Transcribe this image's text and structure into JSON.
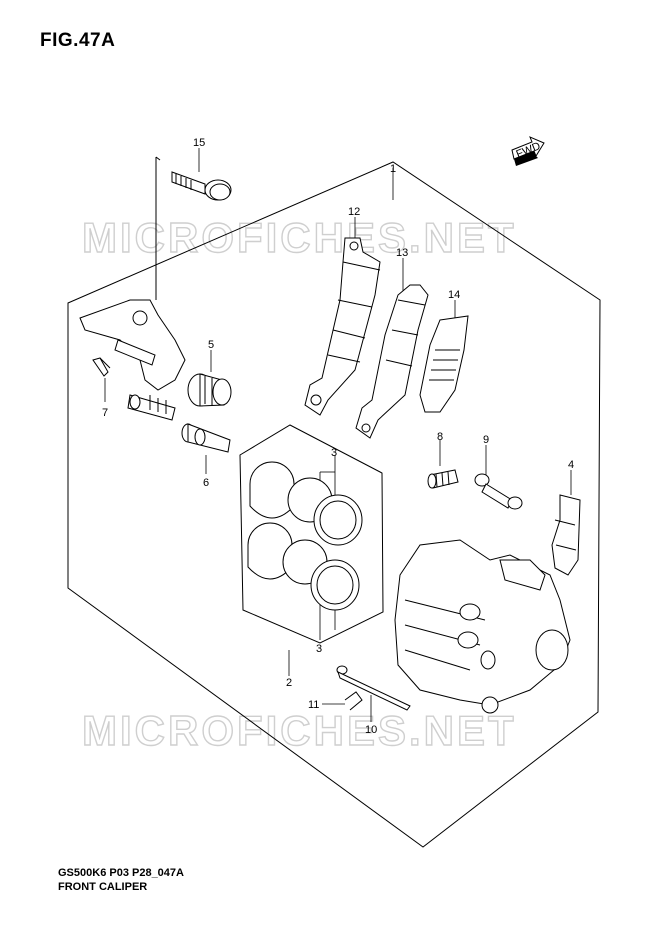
{
  "figure": {
    "title": "FIG.47A",
    "fwd_label": "FWD",
    "watermark": "MICROFICHES.NET",
    "code": "GS500K6 P03 P28_047A",
    "name": "FRONT CALIPER"
  },
  "callouts": [
    "1",
    "2",
    "3",
    "3",
    "4",
    "5",
    "6",
    "7",
    "8",
    "9",
    "10",
    "11",
    "12",
    "13",
    "14",
    "15"
  ]
}
